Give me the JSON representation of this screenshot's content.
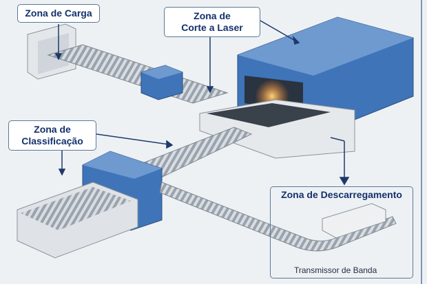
{
  "labels": {
    "loading_zone": "Zona de Carga",
    "laser_zone_line1": "Zona de",
    "laser_zone_line2": "Corte a Laser",
    "sorting_zone_line1": "Zona de",
    "sorting_zone_line2": "Classificação",
    "unloading_zone": "Zona de Descarregamento",
    "belt_conveyor": "Transmissor de Banda"
  },
  "colors": {
    "machine_blue": "#3f74b8",
    "label_text": "#13306b",
    "frame": "#c9ced4"
  }
}
